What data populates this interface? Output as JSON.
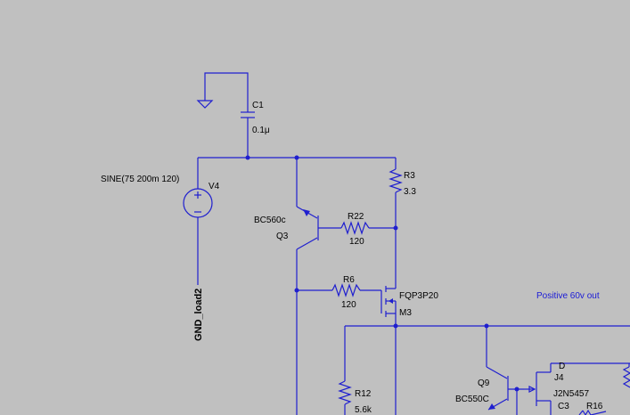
{
  "colors": {
    "background": "#c0c0c0",
    "wire": "#1f1fcf",
    "text": "#000000",
    "net_label": "#1a1ad6"
  },
  "components": {
    "c1": {
      "ref": "C1",
      "value": "0.1μ"
    },
    "v4": {
      "ref": "V4",
      "value": "SINE(75 200m 120)"
    },
    "r3": {
      "ref": "R3",
      "value": "3.3"
    },
    "q3": {
      "ref": "Q3",
      "model": "BC560c"
    },
    "r22": {
      "ref": "R22",
      "value": "120"
    },
    "r6": {
      "ref": "R6",
      "value": "120"
    },
    "m3": {
      "ref": "M3",
      "model": "FQP3P20"
    },
    "q9": {
      "ref": "Q9",
      "model": "BC550C"
    },
    "j4": {
      "ref": "J4",
      "model": "J2N5457",
      "pin": "D"
    },
    "r12": {
      "ref": "R12",
      "value": "5.6k"
    },
    "c3": {
      "ref": "C3"
    },
    "r16": {
      "ref": "R16"
    }
  },
  "net_labels": {
    "gnd_load": "GND_load2",
    "positive_out": "Positive 60v out"
  }
}
